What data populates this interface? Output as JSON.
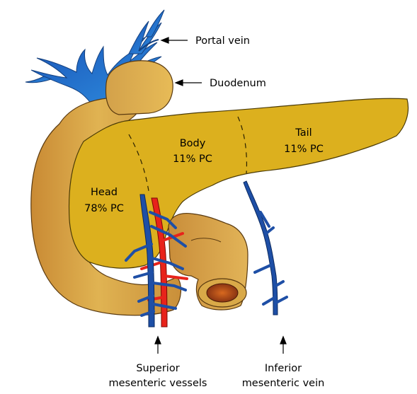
{
  "labels": {
    "portal_vein": "Portal vein",
    "duodenum": "Duodenum",
    "body_name": "Body",
    "body_pct": "11% PC",
    "tail_name": "Tail",
    "tail_pct": "11% PC",
    "head_name": "Head",
    "head_pct": "78% PC",
    "superior_line1": "Superior",
    "superior_line2": "mesenteric vessels",
    "inferior_line1": "Inferior",
    "inferior_line2": "mesenteric vein"
  },
  "colors": {
    "pancreas": "#dcb01e",
    "duodenum": "#d2a245",
    "vein_blue": "#1e4fa6",
    "artery_red": "#e8231b",
    "portal_blue": "#1f6cc4"
  }
}
